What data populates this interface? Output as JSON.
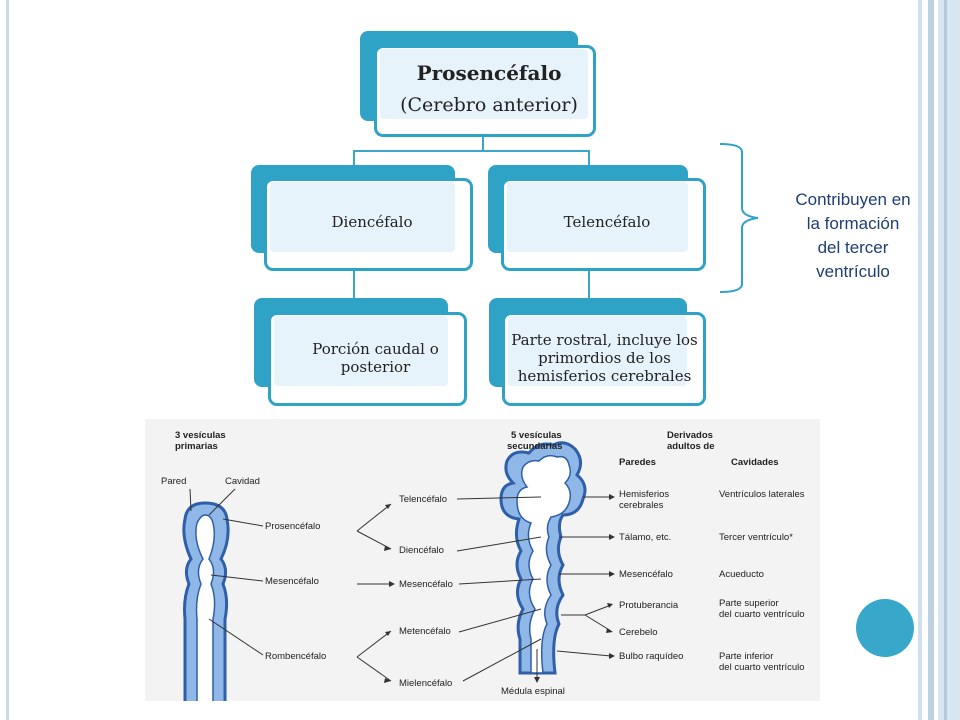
{
  "hierarchy": {
    "root": {
      "title": "Prosencéfalo",
      "subtitle": "(Cerebro anterior)"
    },
    "left": {
      "title": "Diencéfalo",
      "detail": "Porción caudal o posterior"
    },
    "right": {
      "title": "Telencéfalo",
      "detail": "Parte rostral, incluye los primordios de los hemisferios cerebrales"
    }
  },
  "note": {
    "lines": [
      "Contribuyen en",
      "la formación",
      "del tercer",
      "ventrículo"
    ]
  },
  "embryo": {
    "primary_header": [
      "3 vesículas",
      "primarias"
    ],
    "secondary_header": [
      "5 vesículas",
      "secundarias"
    ],
    "derivatives_header": [
      "Derivados",
      "adultos de"
    ],
    "col_walls": "Paredes",
    "col_cavities": "Cavidades",
    "wall_label": "Pared",
    "cavity_label": "Cavidad",
    "primary": [
      "Prosencéfalo",
      "Mesencéfalo",
      "Rombencéfalo"
    ],
    "secondary": [
      "Telencéfalo",
      "Diencéfalo",
      "Mesencéfalo",
      "Metencéfalo",
      "Mielencéfalo"
    ],
    "walls": [
      "Hemisferios",
      "cerebrales",
      "Tálamo, etc.",
      "Mesencéfalo",
      "Protuberancia",
      "Cerebelo",
      "Bulbo raquídeo"
    ],
    "cavities": [
      "Ventrículos laterales",
      "Tercer ventrículo*",
      "Acueducto",
      "Parte superior",
      "del cuarto ventrículo",
      "Parte inferior",
      "del cuarto ventrículo"
    ],
    "spinal": "Médula espinal"
  },
  "colors": {
    "accent": "#2fa3c6",
    "tube": "#8fb8e8",
    "tube_outline": "#2f5fa8",
    "note_text": "#1f3e73"
  }
}
